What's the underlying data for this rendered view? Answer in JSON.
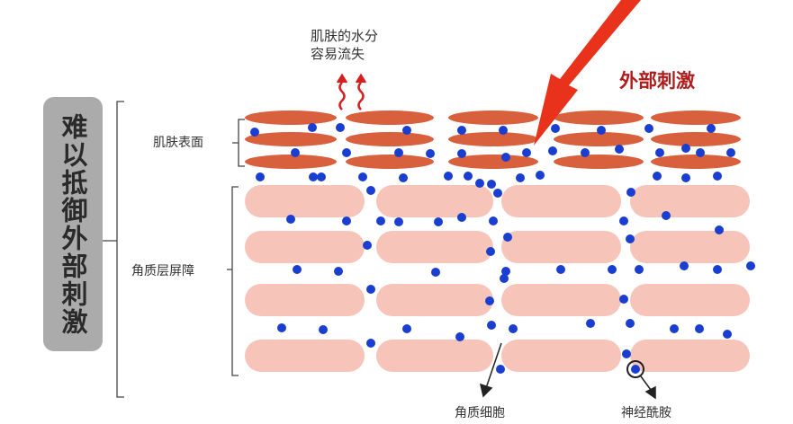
{
  "side_label": "难以抵御外部刺激",
  "water_loss_label": [
    "肌肤的水分",
    "容易流失"
  ],
  "surface_label": "肌肤表面",
  "barrier_label": "角质层屏障",
  "stimulus_label": "外部刺激",
  "corneocyte_label": "角质细胞",
  "ceramide_label": "神经酰胺",
  "colors": {
    "surface_cell": "#d9603d",
    "corneocyte": "#f7c4b9",
    "ceramide": "#1a3fd0",
    "arrow": "#e8321c",
    "stimulus_text": "#b01c1c"
  }
}
